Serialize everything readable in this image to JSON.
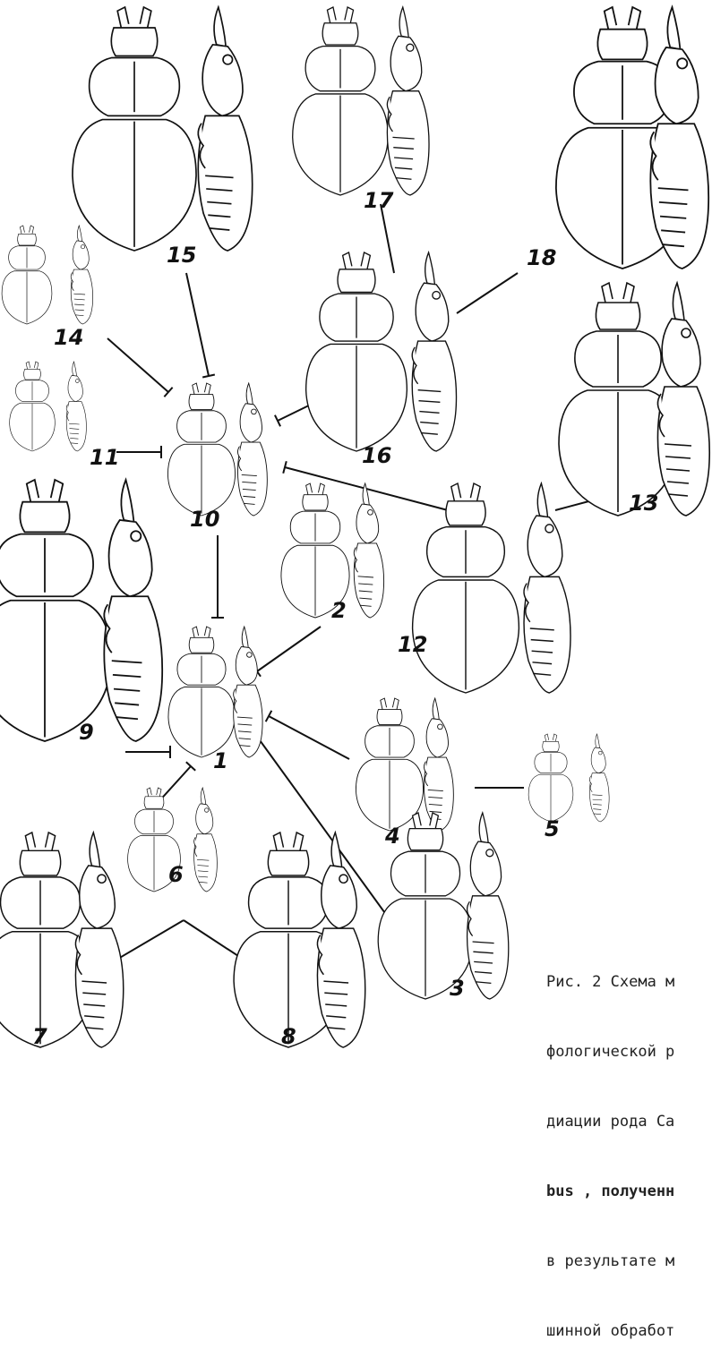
{
  "figure": {
    "labels": [
      "1",
      "2",
      "3",
      "4",
      "5",
      "6",
      "7",
      "8",
      "9",
      "10",
      "11",
      "12",
      "13",
      "14",
      "15",
      "16",
      "17",
      "18"
    ],
    "caption_lines": [
      "Рис. 2 Схема м",
      "фологической р",
      "диации рода Са",
      "bus , полученн",
      "в результате м",
      "шинной обработ"
    ]
  }
}
